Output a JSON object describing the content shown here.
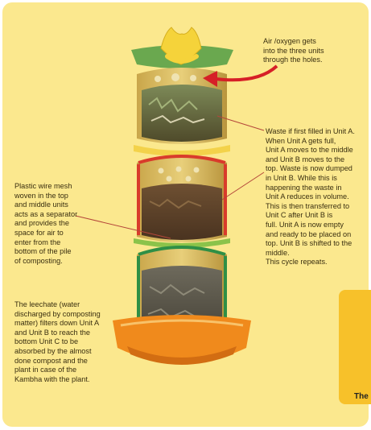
{
  "notes": {
    "air": [
      "Air /oxygen gets",
      "into the three units",
      "through the holes."
    ],
    "waste": [
      "Waste if first filled in Unit A.",
      "When Unit A gets full,",
      "Unit A moves to the middle",
      "and Unit B moves to the",
      "top. Waste is now dumped",
      "in Unit B. While this is",
      "happening the waste in",
      "Unit A reduces in volume.",
      "This is then transferred to",
      "Unit C after Unit B is",
      "full. Unit A is now empty",
      "and ready to be placed on",
      "top. Unit B is shifted to the",
      "middle.",
      "This cycle repeats."
    ],
    "mesh": [
      "Plastic wire mesh",
      "woven in the top",
      "and middle units",
      "acts as a separator",
      "and provides the",
      "space for air to",
      "enter from the",
      "bottom of the pile",
      "of composting."
    ],
    "leechate": [
      "The leechate (water",
      "discharged by composting",
      "matter) filters down Unit A",
      "and Unit B to reach the",
      "bottom Unit C to be",
      "absorbed by the almost",
      "done compost and the",
      "plant in case of the",
      "Kambha with the plant."
    ]
  },
  "side_tab": {
    "label": "The"
  },
  "colors": {
    "background": "#fbe88e",
    "tab": "#f7c12a",
    "unit_top_rim": "#f3d24a",
    "unit_middle_rim": "#d93b2b",
    "unit_bottom_rim": "#2f8f46",
    "base_rim": "#f08a1c",
    "arrow": "#d61f27",
    "leader_line": "#b4463a"
  }
}
